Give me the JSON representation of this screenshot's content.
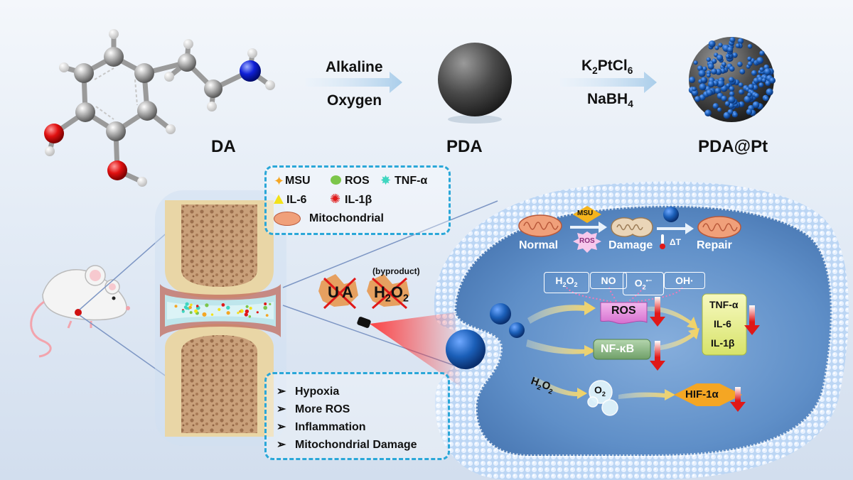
{
  "synthesis": {
    "step1": {
      "top": "Alkaline",
      "bottom": "Oxygen"
    },
    "step2": {
      "top_main": "K",
      "top_sub1": "2",
      "top_mid": "PtCl",
      "top_sub2": "6",
      "bottom_main": "NaBH",
      "bottom_sub": "4"
    },
    "labels": {
      "da": "DA",
      "pda": "PDA",
      "pdapt": "PDA@Pt"
    }
  },
  "legend": {
    "msu": "MSU",
    "ros": "ROS",
    "tnf": "TNF-α",
    "il6": "IL-6",
    "il1b": "IL-1β",
    "mito": "Mitochondrial"
  },
  "pathology": {
    "items": [
      "Hypoxia",
      "More  ROS",
      "Inflammation",
      "Mitochondrial Damage"
    ],
    "bullet": "➢"
  },
  "joint_markers": {
    "byproduct": "(byproduct)",
    "ua_u": "U",
    "ua_a": "A",
    "h2o2_h": "H",
    "h2o2_2a": "2",
    "h2o2_o": "O",
    "h2o2_2b": "2"
  },
  "cell": {
    "normal": "Normal",
    "damage": "Damage",
    "repair": "Repair",
    "msu_tag": "MSU",
    "ros_tag": "ROS",
    "delta_t": "ΔT",
    "species": {
      "h2o2": "H",
      "h2o2_s1": "2",
      "h2o2_o": "O",
      "h2o2_s2": "2",
      "no": "NO",
      "o2r": "O",
      "o2r_sub": "2",
      "o2r_sup": "•−",
      "oh": "OH·"
    },
    "ros": "ROS",
    "nfkb": "NF-κB",
    "cytokines": [
      "TNF-α",
      "IL-6",
      "IL-1β"
    ],
    "hif": "HIF-1α",
    "h2o2_in": {
      "h": "H",
      "s1": "2",
      "o": "O",
      "s2": "2"
    },
    "o2": {
      "o": "O",
      "s": "2"
    }
  },
  "colors": {
    "frame": "#2aa7d8",
    "ros_box": "#e58ad8",
    "nfkb_box": "#7fb07a",
    "cyto_box": "#eef08a",
    "hif": "#f5a623",
    "down_arrow": "#e01818",
    "nano": "#1b5fb8"
  }
}
